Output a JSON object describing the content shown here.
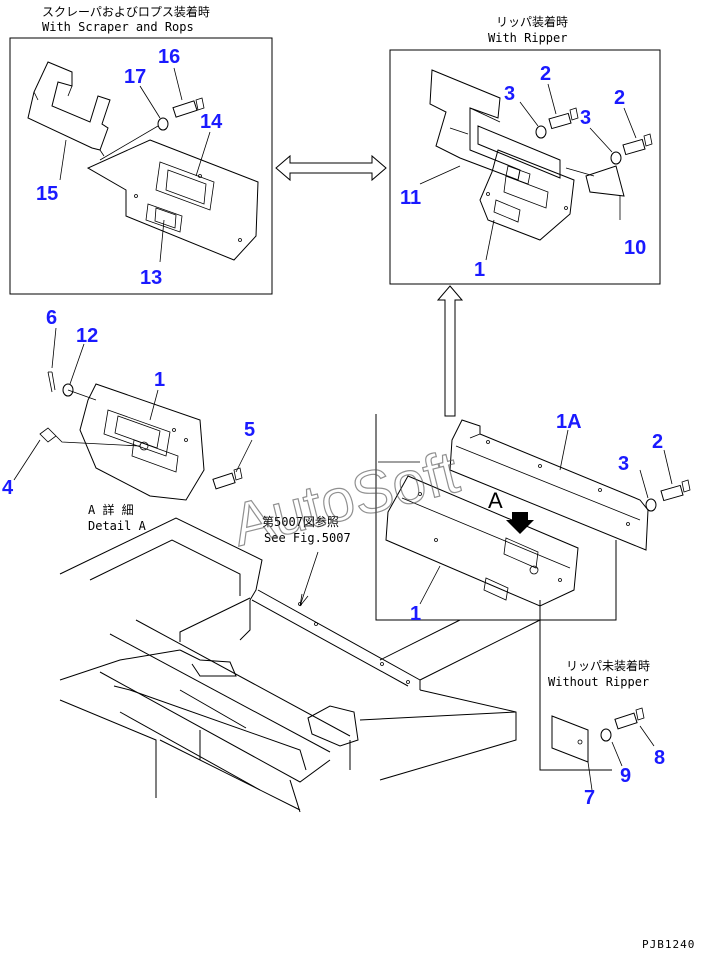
{
  "captions": {
    "scraper_jp": "スクレーパおよびロプス装着時",
    "scraper_en": "With Scraper and Rops",
    "ripper_jp": "リッパ装着時",
    "ripper_en": "With Ripper",
    "detail_jp": "A 詳 細",
    "detail_en": "Detail A",
    "seefig_jp": "第5007図参照",
    "seefig_en": "See Fig.5007",
    "noripper_jp": "リッパ未装着時",
    "noripper_en": "Without Ripper",
    "detail_marker": "A",
    "drawing_code": "PJB1240"
  },
  "watermark": "AutoSoft",
  "callouts": {
    "p16": "16",
    "p17": "17",
    "p14": "14",
    "p15": "15",
    "p13": "13",
    "r2a": "2",
    "r3a": "3",
    "r3b": "3",
    "r2b": "2",
    "r11": "11",
    "r10": "10",
    "r1": "1",
    "d6": "6",
    "d12": "12",
    "d1": "1",
    "d4": "4",
    "d5": "5",
    "m1a": "1A",
    "m2": "2",
    "m3": "3",
    "m1": "1",
    "w8": "8",
    "w9": "9",
    "w7": "7"
  }
}
